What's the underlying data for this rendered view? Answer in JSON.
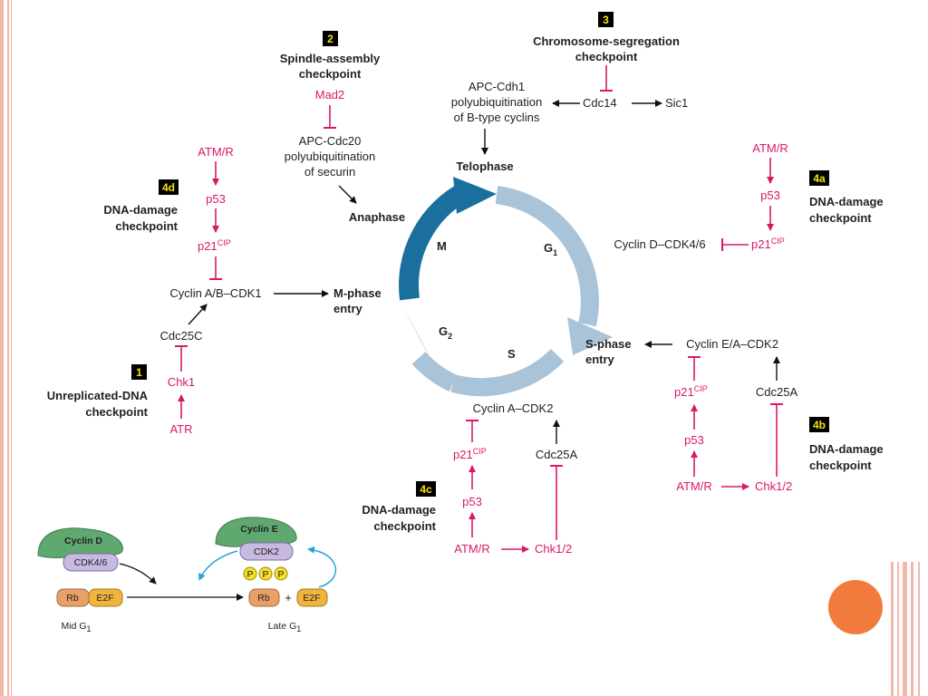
{
  "colors": {
    "accent_pink": "#d8186a",
    "cycle_blue": "#1a6f9e",
    "cycle_light": "#a9c3d8",
    "badge_black": "#000000",
    "badge_yellow": "#f2e40c",
    "border_salmon": "#f2b7a8",
    "dot_orange": "#f07b3c"
  },
  "cycle": {
    "m": "M",
    "g1": "G",
    "g1_sub": "1",
    "s": "S",
    "g2": "G",
    "g2_sub": "2"
  },
  "phases": {
    "telophase": "Telophase",
    "anaphase": "Anaphase",
    "mphase_entry_1": "M-phase",
    "mphase_entry_2": "entry",
    "sphase_entry_1": "S-phase",
    "sphase_entry_2": "entry"
  },
  "checkpoints": {
    "c1": {
      "num": "1",
      "title_1": "Unreplicated-DNA",
      "title_2": "checkpoint",
      "atr": "ATR",
      "chk1": "Chk1",
      "cdc25c": "Cdc25C",
      "target": "Cyclin A/B–CDK1"
    },
    "c2": {
      "num": "2",
      "title_1": "Spindle-assembly",
      "title_2": "checkpoint",
      "mad2": "Mad2",
      "apc_1": "APC-Cdc20",
      "apc_2": "polyubiquitination",
      "apc_3": "of securin"
    },
    "c3": {
      "num": "3",
      "title_1": "Chromosome-segregation",
      "title_2": "checkpoint",
      "cdc14": "Cdc14",
      "sic1": "Sic1",
      "apc_1": "APC-Cdh1",
      "apc_2": "polyubiquitination",
      "apc_3": "of B-type cyclins"
    },
    "c4a": {
      "num": "4a",
      "title_1": "DNA-damage",
      "title_2": "checkpoint",
      "atm": "ATM/R",
      "p53": "p53",
      "p21": "p21",
      "p21_sup": "CIP",
      "target": "Cyclin D–CDK4/6"
    },
    "c4b": {
      "num": "4b",
      "title_1": "DNA-damage",
      "title_2": "checkpoint",
      "atm": "ATM/R",
      "chk": "Chk1/2",
      "p53": "p53",
      "p21": "p21",
      "p21_sup": "CIP",
      "cdc25a": "Cdc25A",
      "target": "Cyclin E/A–CDK2"
    },
    "c4c": {
      "num": "4c",
      "title_1": "DNA-damage",
      "title_2": "checkpoint",
      "atm": "ATM/R",
      "chk": "Chk1/2",
      "p53": "p53",
      "p21": "p21",
      "p21_sup": "CIP",
      "cdc25a": "Cdc25A",
      "target": "Cyclin A–CDK2"
    },
    "c4d": {
      "num": "4d",
      "title_1": "DNA-damage",
      "title_2": "checkpoint",
      "atm": "ATM/R",
      "p53": "p53",
      "p21": "p21",
      "p21_sup": "CIP"
    }
  },
  "inset": {
    "cyclin_d": "Cyclin D",
    "cdk46": "CDK4/6",
    "rb": "Rb",
    "e2f": "E2F",
    "cyclin_e": "Cyclin E",
    "cdk2": "CDK2",
    "p": "P",
    "plus": "+",
    "mid": "Mid G",
    "late": "Late G",
    "g_sub": "1"
  }
}
